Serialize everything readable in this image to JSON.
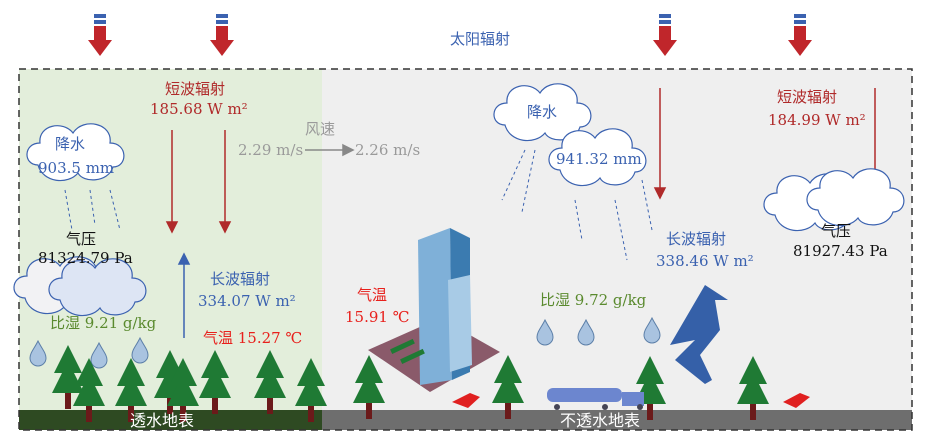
{
  "title": "太阳辐射",
  "colors": {
    "pervious_bg": "#e3eedb",
    "impervious_bg": "#efefef",
    "pervious_ground": "#2e4a22",
    "impervious_ground": "#6e6e6e",
    "shortwave": "#b02a2a",
    "longwave": "#3b62b0",
    "humidity": "#5a8a2e",
    "temperature": "#e8201c",
    "wind": "#9a9a9a"
  },
  "pervious": {
    "ground_label": "透水地表",
    "shortwave": {
      "label": "短波辐射",
      "value": "185.68 W m²"
    },
    "longwave": {
      "label": "长波辐射",
      "value": "334.07 W m²"
    },
    "precip": {
      "label": "降水",
      "value": "903.5 mm"
    },
    "pressure": {
      "label": "气压",
      "value": "81324.79 Pa"
    },
    "humidity": "比湿 9.21 g/kg",
    "temperature": "气温 15.27 ℃"
  },
  "wind": {
    "label": "风速",
    "from": "2.29 m/s",
    "to": "2.26 m/s"
  },
  "impervious": {
    "ground_label": "不透水地表",
    "shortwave": {
      "label": "短波辐射",
      "value": "184.99 W m²"
    },
    "longwave": {
      "label": "长波辐射",
      "value": "338.46 W m²"
    },
    "precip": {
      "label": "降水",
      "value": "941.32 mm"
    },
    "pressure": {
      "label": "气压",
      "value": "81927.43 Pa"
    },
    "humidity": "比湿 9.72 g/kg",
    "temperature": {
      "label": "气温",
      "value": "15.91 ℃"
    }
  }
}
